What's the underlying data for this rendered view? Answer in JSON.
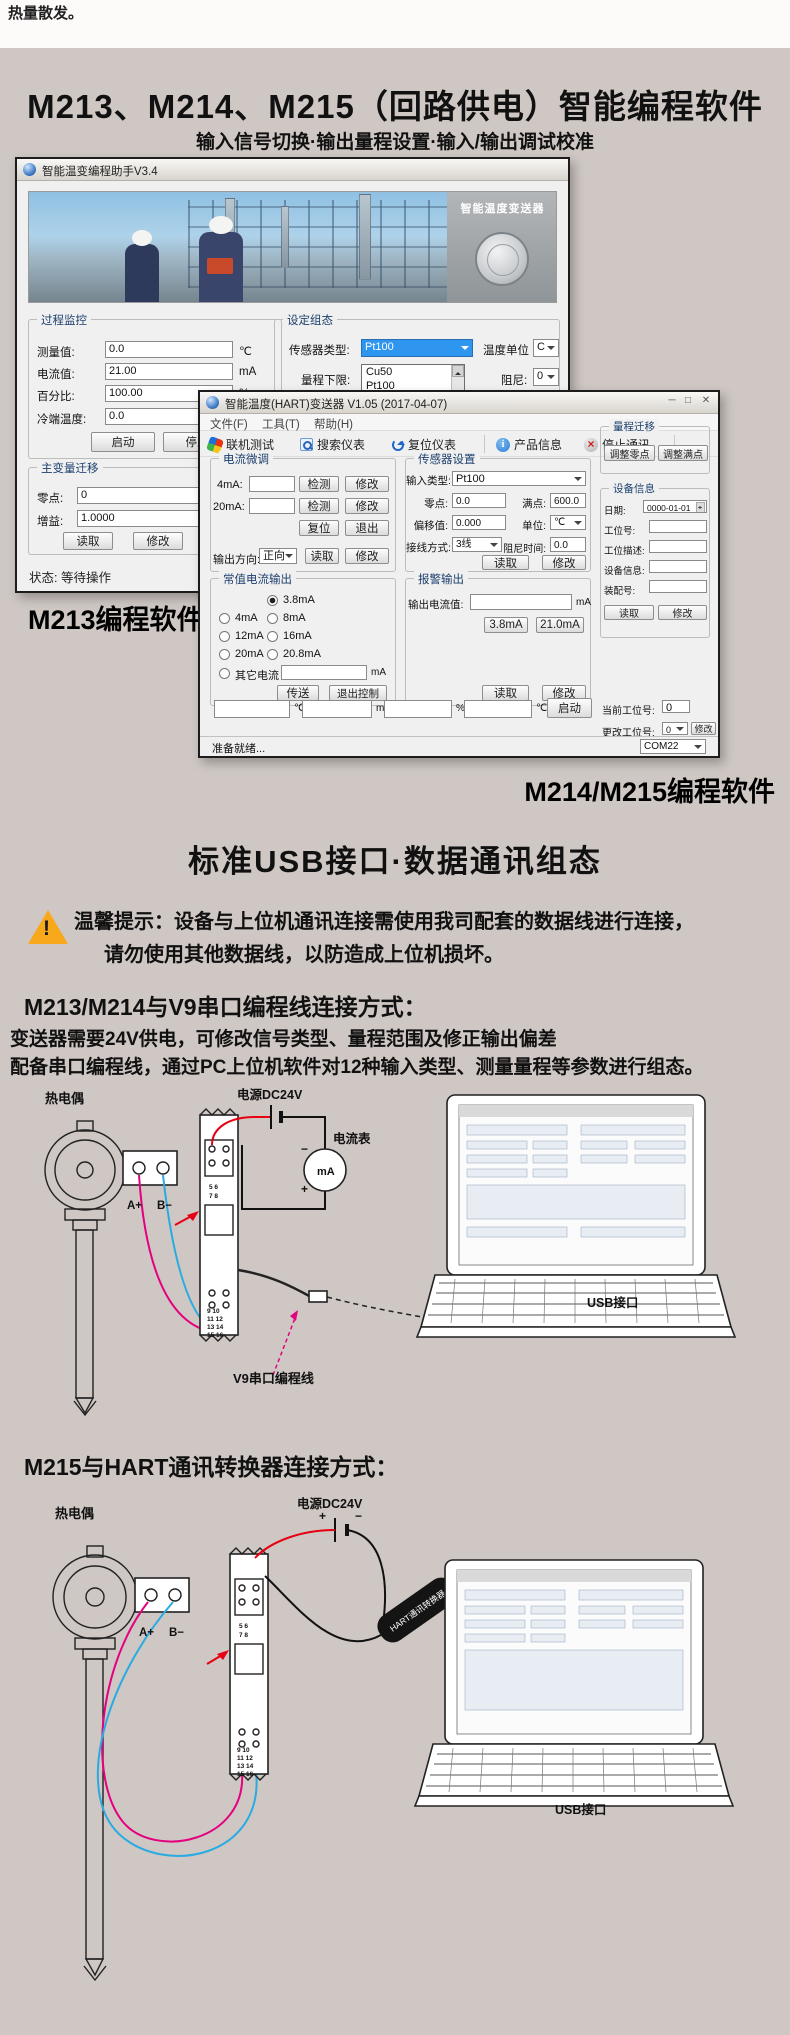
{
  "page": {
    "top_note": "热量散发。",
    "title": "M213、M214、M215（回路供电）智能编程软件",
    "subtitle": "输入信号切换·输出量程设置·输入/输出调试校准",
    "caption1": "M213编程软件",
    "caption2": "M214/M215编程软件",
    "section2_title": "标准USB接口·数据通讯组态",
    "warning_title": "温馨提示：",
    "warning_line1": "设备与上位机通讯连接需使用我司配套的数据线进行连接，",
    "warning_line2": "请勿使用其他数据线，以防造成上位机损坏。",
    "section3_title": "M213/M214与V9串口编程线连接方式：",
    "section3_body1": "变送器需要24V供电，可修改信号类型、量程范围及修正输出偏差",
    "section3_body2": "配备串口编程线，通过PC上位机软件对12种输入类型、测量量程等参数进行组态。",
    "section4_title": "M215与HART通讯转换器连接方式："
  },
  "win1": {
    "title": "智能温变编程助手V3.4",
    "banner_text": "智能温度变送器",
    "monitor": {
      "label": "过程监控",
      "rows": [
        {
          "label": "测量值:",
          "value": "0.0",
          "unit": "℃"
        },
        {
          "label": "电流值:",
          "value": "21.00",
          "unit": "mA"
        },
        {
          "label": "百分比:",
          "value": "100.00",
          "unit": "%"
        },
        {
          "label": "冷端温度:",
          "value": "0.0",
          "unit": ""
        }
      ],
      "btn_start": "启动",
      "btn_stop": "停止"
    },
    "config": {
      "label": "设定组态",
      "sensor_label": "传感器类型:",
      "sensor_value": "Pt100",
      "unit_label": "温度单位",
      "unit_value": "C",
      "range_label": "量程下限:",
      "list": [
        "Cu50",
        "Pt100"
      ],
      "damp_label": "阻尼:",
      "damp_value": "0"
    },
    "migrate": {
      "label": "主变量迁移",
      "zero_label": "零点:",
      "zero_value": "0",
      "gain_label": "增益:",
      "gain_value": "1.0000",
      "btn_read": "读取",
      "btn_modify": "修改"
    },
    "status": "状态: 等待操作"
  },
  "win2": {
    "title": "智能温度(HART)变送器 V1.05 (2017-04-07)",
    "controls": {
      "min": "─",
      "max": "□",
      "close": "✕"
    },
    "menus": [
      "文件(F)",
      "工具(T)",
      "帮助(H)"
    ],
    "toolbar": [
      "联机测试",
      "搜索仪表",
      "复位仪表",
      "产品信息",
      "停止通讯"
    ],
    "trim": {
      "label": "电流微调",
      "row1_label": "4mA:",
      "row2_label": "20mA:",
      "btn_check": "检测",
      "btn_modify": "修改",
      "btn_reset": "复位",
      "btn_exit": "退出",
      "dir_label": "输出方向:",
      "dir_value": "正向",
      "btn_read": "读取"
    },
    "const_out": {
      "label": "常值电流输出",
      "options": [
        "3.8mA",
        "4mA",
        "8mA",
        "12mA",
        "16mA",
        "20mA",
        "20.8mA",
        "其它电流"
      ],
      "unit": "mA",
      "btn_send": "传送",
      "btn_exit": "退出控制"
    },
    "sensor": {
      "label": "传感器设置",
      "type_label": "输入类型:",
      "type_value": "Pt100",
      "zero_label": "零点:",
      "zero_value": "0.0",
      "full_label": "满点:",
      "full_value": "600.0",
      "offset_label": "偏移值:",
      "offset_value": "0.000",
      "unit_label": "单位:",
      "unit_value": "℃",
      "wire_label": "接线方式:",
      "wire_value": "3线",
      "damp_label": "阻尼时间:",
      "damp_value": "0.0",
      "btn_read": "读取",
      "btn_modify": "修改"
    },
    "alarm": {
      "label": "报警输出",
      "out_label": "输出电流值:",
      "unit": "mA",
      "btn_low": "3.8mA",
      "btn_high": "21.0mA",
      "btn_read": "读取",
      "btn_modify": "修改"
    },
    "range": {
      "label": "量程迁移",
      "btn_zero": "调整零点",
      "btn_full": "调整满点"
    },
    "device": {
      "label": "设备信息",
      "rows": [
        {
          "label": "日期:",
          "value": "0000-01-01"
        },
        {
          "label": "工位号:",
          "value": ""
        },
        {
          "label": "工位描述:",
          "value": ""
        },
        {
          "label": "设备信息:",
          "value": ""
        },
        {
          "label": "装配号:",
          "value": ""
        }
      ],
      "btn_read": "读取",
      "btn_modify": "修改",
      "cur_label": "当前工位号:",
      "cur_value": "0",
      "chg_label": "更改工位号:",
      "chg_value": "0",
      "btn_chg": "修改"
    },
    "bottom": {
      "u1": "℃",
      "u2": "mA",
      "u3": "%",
      "u4": "℃",
      "btn_start": "启动"
    },
    "statusbar": {
      "ready": "准备就绪...",
      "com": "COM22"
    }
  },
  "diagram1": {
    "labels": {
      "thermocouple": "热电偶",
      "a_plus": "A+",
      "b_minus": "B−",
      "power": "电源DC24V",
      "meter": "电流表",
      "ma": "mA",
      "minus": "−",
      "plus": "+",
      "usb": "USB接口",
      "cable": "V9串口编程线",
      "t_t1": "5 6",
      "t_t2": "7 8",
      "t_b1": "9 10",
      "t_b2": "11 12",
      "t_b3": "13 14",
      "t_b4": "15 16"
    }
  },
  "diagram2": {
    "labels": {
      "thermocouple": "热电偶",
      "a_plus": "A+",
      "b_minus": "B−",
      "power": "电源DC24V",
      "plus": "+",
      "minus": "−",
      "hart": "HART通讯转换器",
      "usb": "USB接口",
      "t_t1": "5 6",
      "t_t2": "7 8",
      "t_b1": "9 10",
      "t_b2": "11 12",
      "t_b3": "13 14",
      "t_b4": "15 16"
    }
  }
}
